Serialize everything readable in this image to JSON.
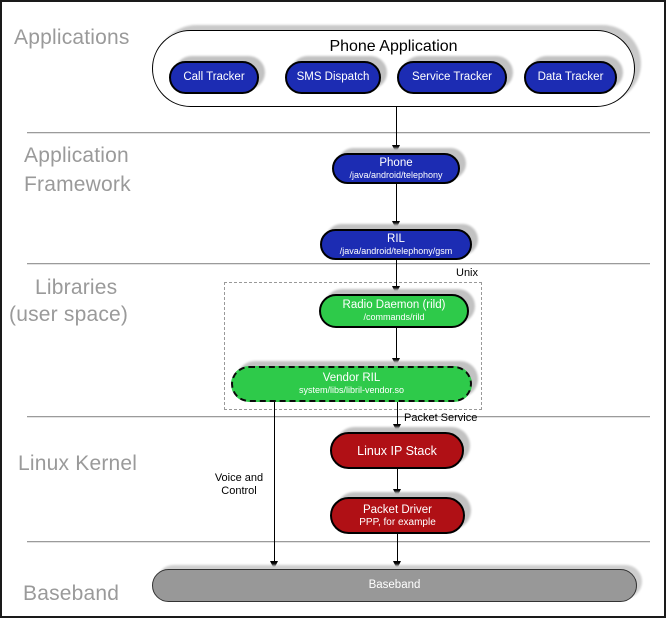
{
  "section_labels": {
    "applications": "Applications",
    "app_framework_line1": "Application",
    "app_framework_line2": "Framework",
    "libraries_line1": "Libraries",
    "libraries_line2": "(user space)",
    "linux_kernel": "Linux Kernel",
    "baseband": "Baseband"
  },
  "nodes": {
    "phone_application": {
      "title": "Phone Application"
    },
    "call_tracker": {
      "label": "Call Tracker"
    },
    "sms_dispatch": {
      "label": "SMS Dispatch"
    },
    "service_tracker": {
      "label": "Service Tracker"
    },
    "data_tracker": {
      "label": "Data Tracker"
    },
    "phone": {
      "title": "Phone",
      "subtitle": "/java/android/telephony"
    },
    "ril": {
      "title": "RIL",
      "subtitle": "/java/android/telephony/gsm"
    },
    "radio_daemon": {
      "title": "Radio Daemon (rild)",
      "subtitle": "/commands/rild"
    },
    "vendor_ril": {
      "title": "Vendor RIL",
      "subtitle": "system/libs/libril-vendor.so"
    },
    "linux_ip_stack": {
      "title": "Linux IP Stack"
    },
    "packet_driver": {
      "title": "Packet Driver",
      "subtitle": "PPP, for example"
    },
    "baseband_bar": {
      "title": "Baseband"
    }
  },
  "annotations": {
    "unix": "Unix",
    "voice_control_line1": "Voice and",
    "voice_control_line2": "Control",
    "packet_service": "Packet Service"
  },
  "colors": {
    "app_blue": "#1c2cb3",
    "lib_green": "#2eca4a",
    "kernel_red": "#b01015",
    "baseband_gray": "#989898",
    "section_label_gray": "#9a9a9a",
    "divider_gray": "#9b9b9b",
    "shadow_gray": "#c2c2c2",
    "dashed_box_gray": "#999999"
  }
}
